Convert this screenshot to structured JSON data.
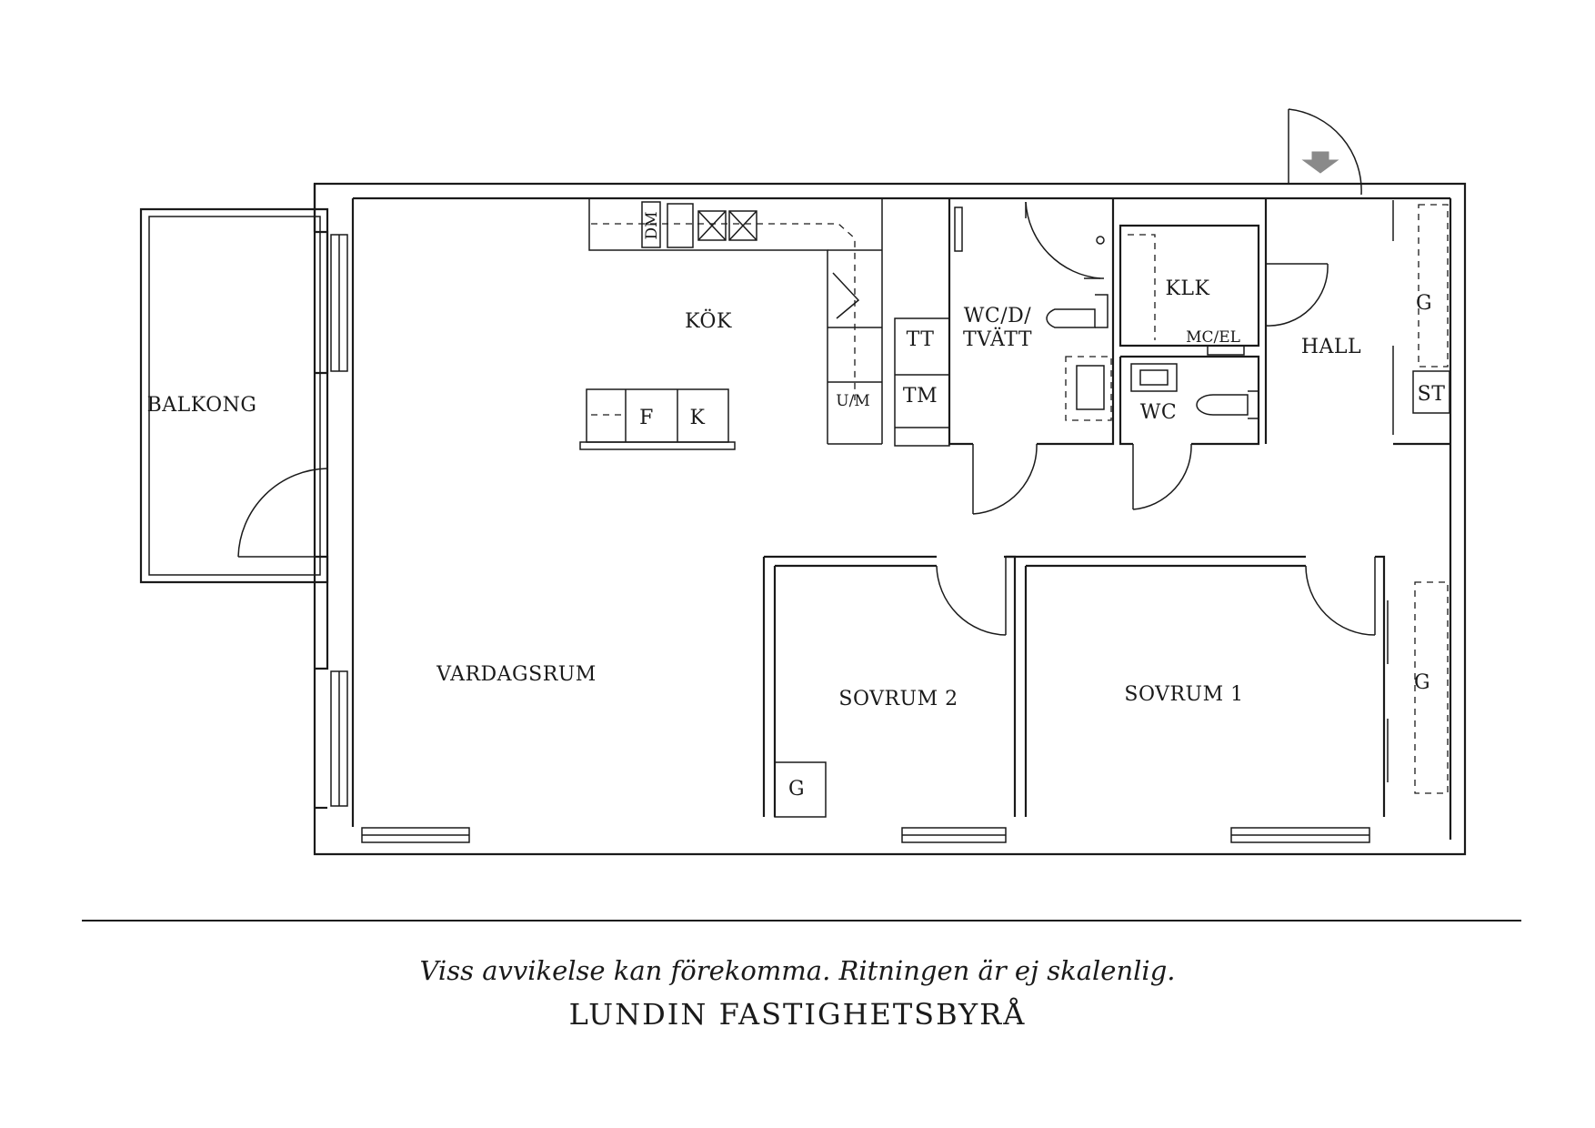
{
  "rooms": {
    "kok": "KÖK",
    "balkong": "BALKONG",
    "vardagsrum": "VARDAGSRUM",
    "wc_tvatt_line1": "WC/D/",
    "wc_tvatt_line2": "TVÄTT",
    "klk": "KLK",
    "mc_el": "MC/EL",
    "hall": "HALL",
    "wc": "WC",
    "sovrum2": "SOVRUM 2",
    "sovrum1": "SOVRUM 1"
  },
  "fixtures": {
    "dm": "DM",
    "fridge": "F",
    "freezer": "K",
    "um": "U/M",
    "tt": "TT",
    "tm": "TM",
    "wardrobe_hall": "G",
    "st": "ST",
    "wardrobe_sovrum2": "G",
    "wardrobe_sovrum1": "G"
  },
  "footer": {
    "disclaimer": "Viss avvikelse kan förekomma. Ritningen är ej skalenlig.",
    "company": "LUNDIN FASTIGHETSBYRÅ"
  }
}
